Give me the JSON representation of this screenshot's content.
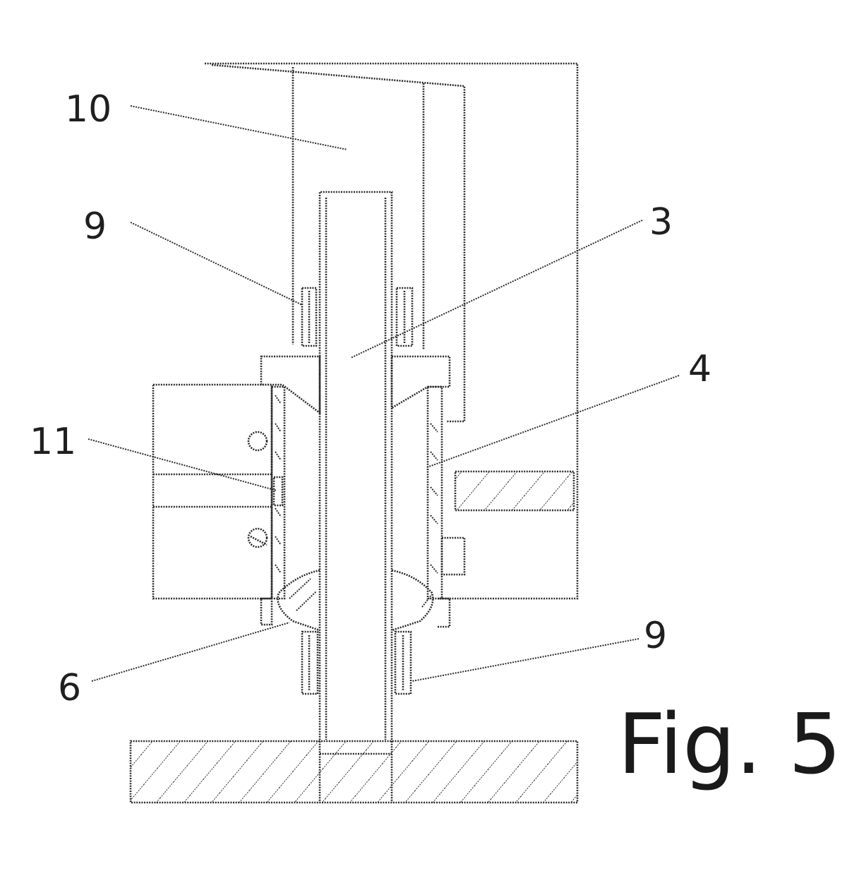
{
  "figure": {
    "caption": "Fig. 5",
    "reference_numerals": {
      "frame": "10",
      "fastener_upper": "9",
      "shaft": "3",
      "sleeve": "4",
      "element": "11",
      "seal": "6",
      "fastener_lower": "9"
    }
  }
}
